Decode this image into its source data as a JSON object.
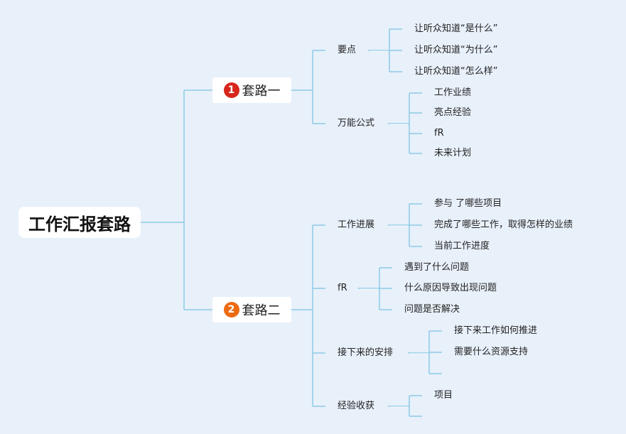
{
  "root": {
    "label": "工作汇报套路"
  },
  "colors": {
    "line": "#8ecbe6",
    "badge1": "#d7261b",
    "badge2": "#ec6a12",
    "background": "#e8f0fa"
  },
  "branches": [
    {
      "badge": "1",
      "label": "套路一",
      "children": [
        {
          "label": "要点",
          "children": [
            "让听众知道“是什么”",
            "让听众知道“为什么”",
            "让听众知道“怎么样”"
          ]
        },
        {
          "label": "万能公式",
          "children": [
            "工作业绩",
            "亮点经验",
            "fR",
            "未来计划"
          ]
        }
      ]
    },
    {
      "badge": "2",
      "label": "套路二",
      "children": [
        {
          "label": "工作进展",
          "children": [
            "参与 了哪些项目",
            "完成了哪些工作，取得怎样的业绩",
            "当前工作进度"
          ]
        },
        {
          "label": "fR",
          "children": [
            "遇到了什么问题",
            "什么原因导致出现问题",
            "问题是否解决"
          ]
        },
        {
          "label": "接下来的安排",
          "children": [
            "接下来工作如何推进",
            "需要什么资源支持",
            ""
          ]
        },
        {
          "label": "经验收获",
          "children": [
            "项目",
            ""
          ]
        }
      ]
    }
  ]
}
